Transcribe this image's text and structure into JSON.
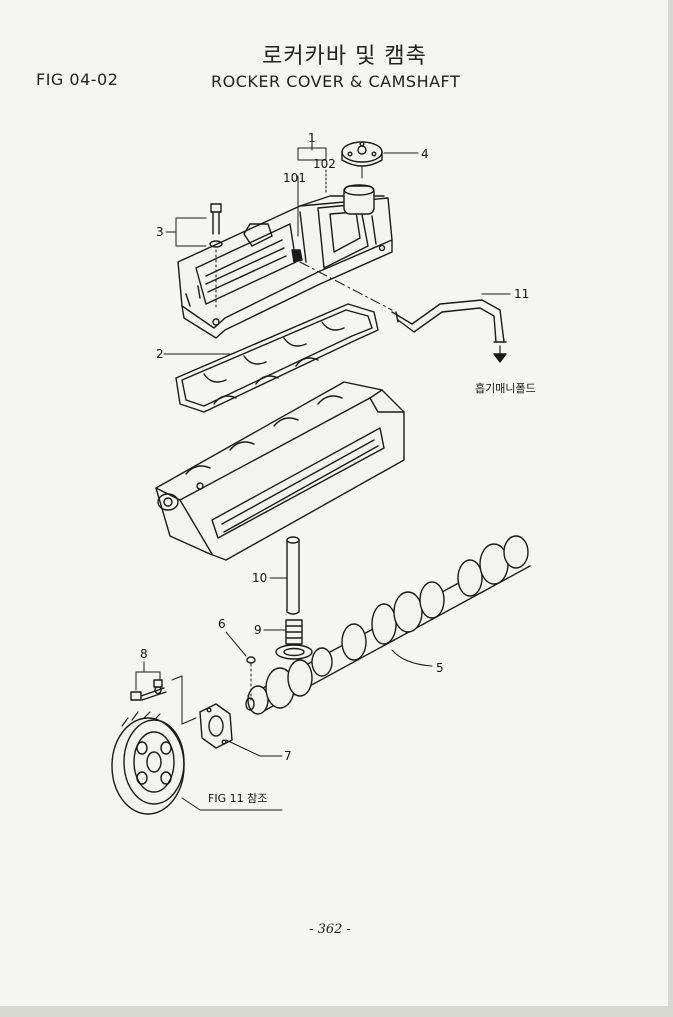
{
  "header": {
    "title_korean": "로커카바 및 캠축",
    "figure_id": "FIG 04-02",
    "title_english": "ROCKER COVER & CAMSHAFT"
  },
  "callouts": {
    "c1": "1",
    "c101": "101",
    "c102": "102",
    "c2": "2",
    "c3": "3",
    "c4": "4",
    "c5": "5",
    "c6": "6",
    "c7": "7",
    "c8": "8",
    "c9": "9",
    "c10": "10",
    "c11": "11"
  },
  "notes": {
    "intake_manifold": "흡기매니폴드",
    "fig11_reference": "FIG 11 참조"
  },
  "footer": {
    "page_number": "- 362 -"
  }
}
